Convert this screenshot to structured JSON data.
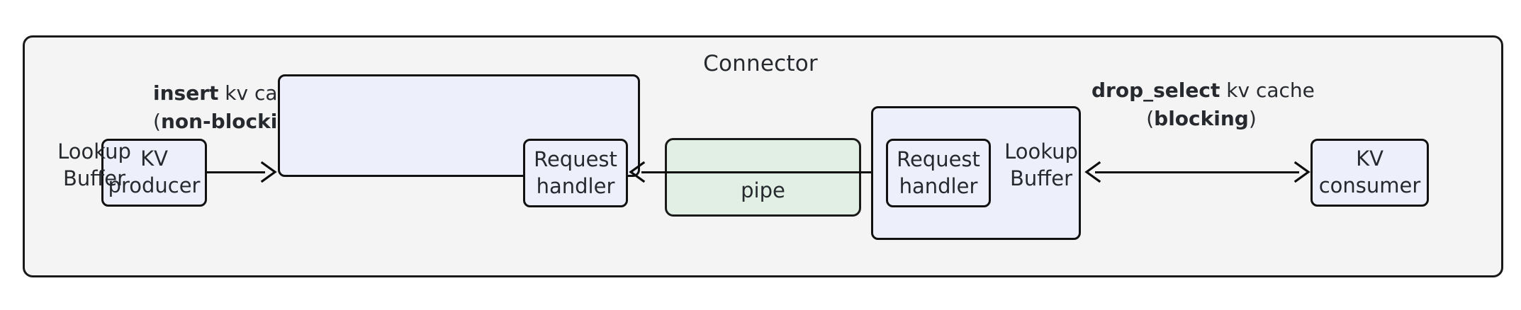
{
  "diagram": {
    "title": "Connector",
    "colors": {
      "container_fill": "#f4f4f4",
      "node_fill": "#edf0fb",
      "pipe_fill": "#e1efe4",
      "stroke": "#111111",
      "text": "#26292e"
    },
    "nodes": {
      "kv_producer": {
        "line1": "KV",
        "line2": "producer"
      },
      "lookup_buffer_left": {
        "line1": "Lookup",
        "line2": "Buffer"
      },
      "request_handler_left": {
        "line1": "Request",
        "line2": "handler"
      },
      "pipe": {
        "label": "pipe"
      },
      "request_handler_right": {
        "line1": "Request",
        "line2": "handler"
      },
      "lookup_buffer_right": {
        "line1": "Lookup",
        "line2": "Buffer"
      },
      "kv_consumer": {
        "line1": "KV",
        "line2": "consumer"
      }
    },
    "edges": {
      "insert": {
        "op": "insert",
        "rest": " kv cache",
        "mode_open": "(",
        "mode": "non-blocking",
        "mode_close": ")",
        "direction": "right"
      },
      "drop_select": {
        "op": "drop_select",
        "rest": " kv cache",
        "mode_open": "(",
        "mode": "blocking",
        "mode_close": ")",
        "direction": "bidirectional"
      },
      "pipe_left": {
        "direction": "left"
      },
      "pipe_right": {
        "direction": "right"
      }
    }
  }
}
